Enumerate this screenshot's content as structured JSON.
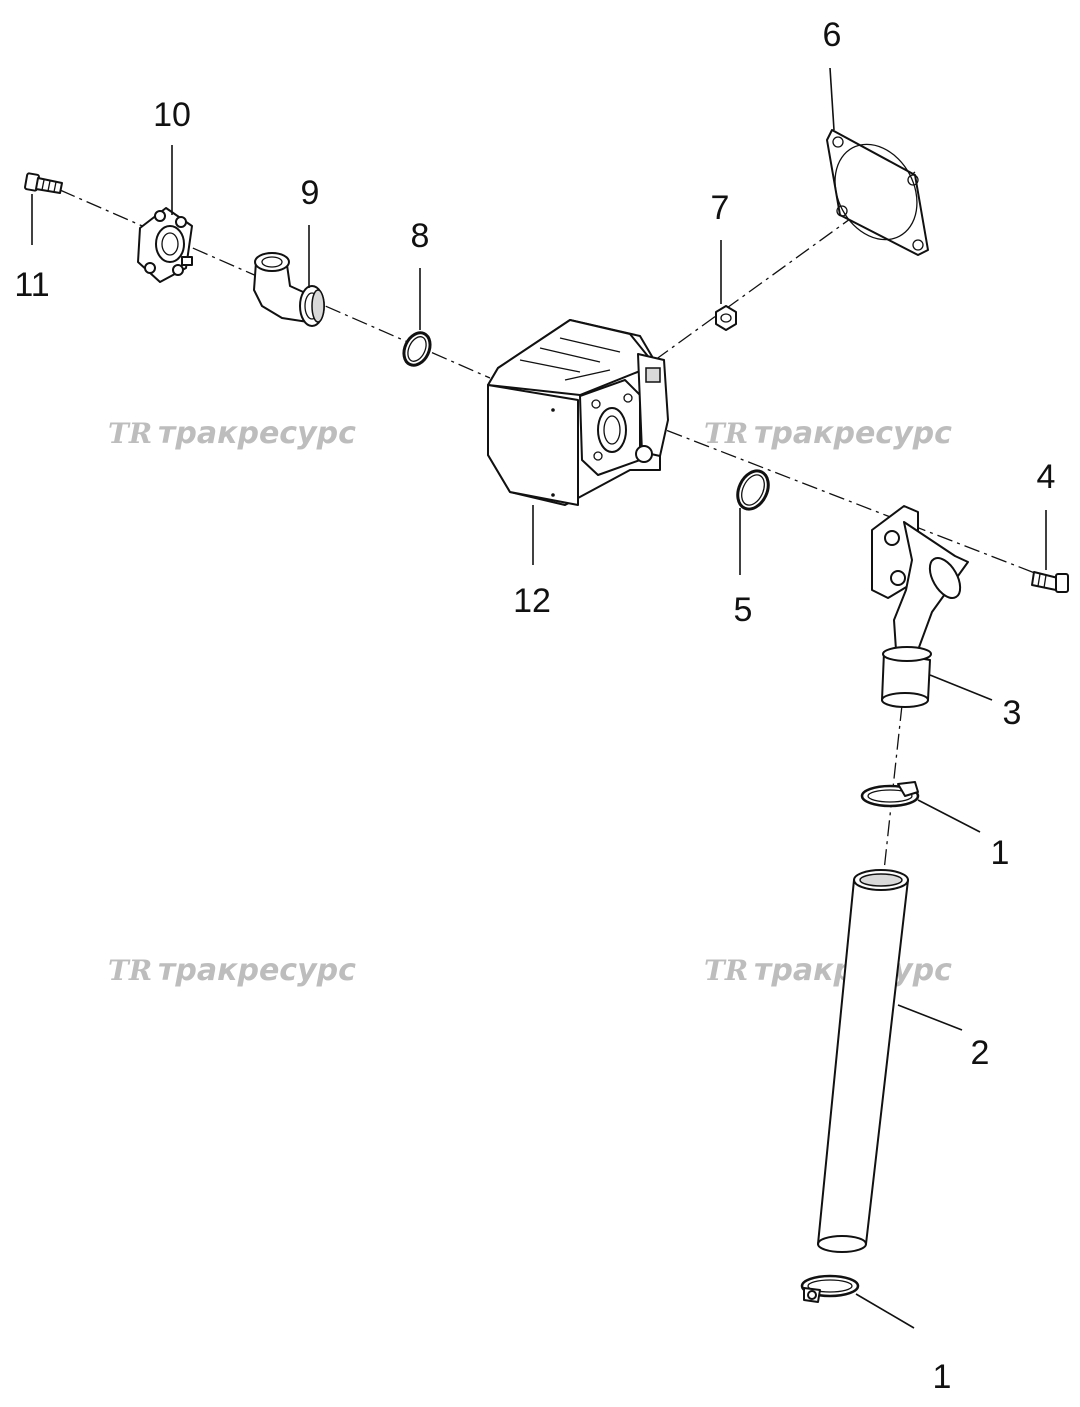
{
  "callouts": [
    "1",
    "2",
    "3",
    "4",
    "5",
    "6",
    "7",
    "8",
    "9",
    "10",
    "11",
    "12"
  ],
  "watermark": {
    "logo": "TR",
    "text": "тракресурс"
  }
}
